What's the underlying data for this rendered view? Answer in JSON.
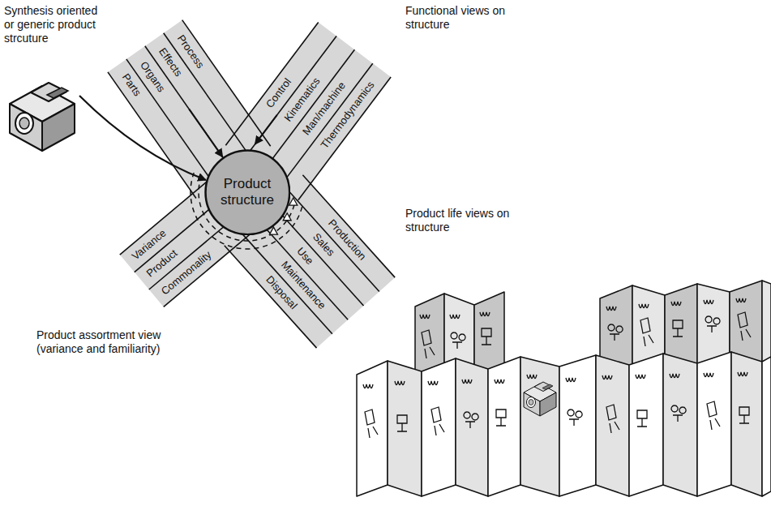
{
  "diagram": {
    "nodes": [
      {
        "text": [
          "Product structure"
        ]
      }
    ],
    "labels": [
      "Synthesis oriented or generic product strcuture",
      "Functional views on structure",
      "Product life views on structure",
      "Product assortment view (variance and familiarity)",
      "Process",
      "Effects",
      "Organs",
      "Parts",
      "Control",
      "Kinematics",
      "Man/machine",
      "Thermodynamics",
      "Production",
      "Sales",
      "Use",
      "Maintenance",
      "Disposal",
      "Variance",
      "Product",
      "Commonality"
    ]
  }
}
